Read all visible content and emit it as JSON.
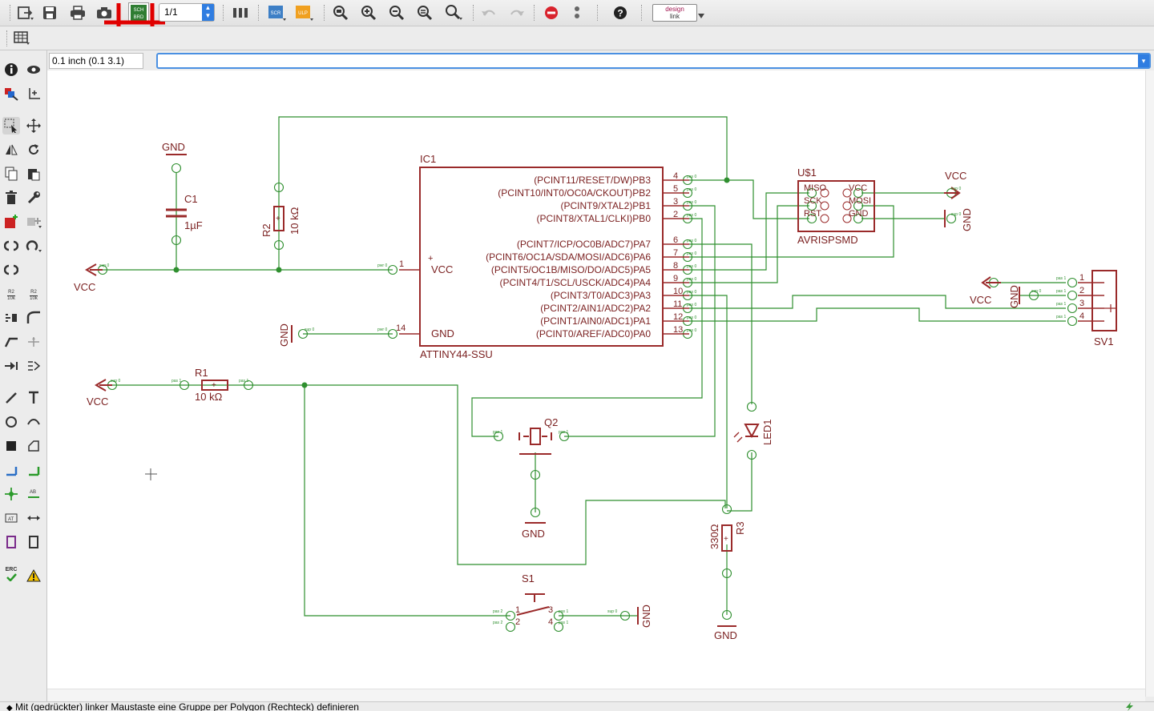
{
  "toolbar": {
    "sheet_value": "1/1",
    "sch_brd_label_1": "SCH",
    "sch_brd_label_2": "BRD",
    "scr_label": "SCR",
    "ulp_label": "ULP",
    "designlink_1": "design",
    "designlink_2": "link"
  },
  "grid": {
    "label": "0.1 inch (0.1 3.1)"
  },
  "command": {
    "value": ""
  },
  "left_tools": {
    "erc_label": "ERC",
    "r_label_1": "R2",
    "r_label_1_sub": "10k",
    "r_label_2": "R2",
    "r_label_2_sub": "10k"
  },
  "status": {
    "text": "Mit (gedrückter) linker Maustaste eine Gruppe per Polygon (Rechteck) definieren"
  },
  "schematic": {
    "ic1": {
      "name": "IC1",
      "value": "ATTINY44-SSU",
      "vcc": "VCC",
      "gnd": "GND",
      "right_pins": [
        {
          "label": "(PCINT11/RESET/DW)PB3",
          "num": "4"
        },
        {
          "label": "(PCINT10/INT0/OC0A/CKOUT)PB2",
          "num": "5"
        },
        {
          "label": "(PCINT9/XTAL2)PB1",
          "num": "3"
        },
        {
          "label": "(PCINT8/XTAL1/CLKI)PB0",
          "num": "2"
        },
        {
          "label": "(PCINT7/ICP/OC0B/ADC7)PA7",
          "num": "6"
        },
        {
          "label": "(PCINT6/OC1A/SDA/MOSI/ADC6)PA6",
          "num": "7"
        },
        {
          "label": "(PCINT5/OC1B/MISO/DO/ADC5)PA5",
          "num": "8"
        },
        {
          "label": "(PCINT4/T1/SCL/USCK/ADC4)PA4",
          "num": "9"
        },
        {
          "label": "(PCINT3/T0/ADC3)PA3",
          "num": "10"
        },
        {
          "label": "(PCINT2/AIN1/ADC2)PA2",
          "num": "11"
        },
        {
          "label": "(PCINT1/AIN0/ADC1)PA1",
          "num": "12"
        },
        {
          "label": "(PCINT0/AREF/ADC0)PA0",
          "num": "13"
        }
      ],
      "vcc_pin": "1",
      "gnd_pin": "14"
    },
    "c1": {
      "name": "C1",
      "value": "1µF"
    },
    "r1": {
      "name": "R1",
      "value": "10 kΩ"
    },
    "r2": {
      "name": "R2",
      "value": "10 kΩ"
    },
    "r3": {
      "name": "R3",
      "value": "330Ω"
    },
    "q2": {
      "name": "Q2"
    },
    "led1": {
      "name": "LED1"
    },
    "s1": {
      "name": "S1"
    },
    "u1": {
      "name": "U$1",
      "value": "AVRISPSMD",
      "pins": [
        "MISO",
        "VCC",
        "SCK",
        "MOSI",
        "RST",
        "GND"
      ]
    },
    "sv1": {
      "name": "SV1",
      "pins": [
        "1",
        "2",
        "3",
        "4"
      ]
    },
    "supplies": {
      "gnd": "GND",
      "vcc": "VCC"
    },
    "tiny": {
      "sup": "sup 0",
      "pas1": "pas 1",
      "pas2": "pas 2",
      "pwr": "pwr 0",
      "pas": "pas 0"
    }
  }
}
